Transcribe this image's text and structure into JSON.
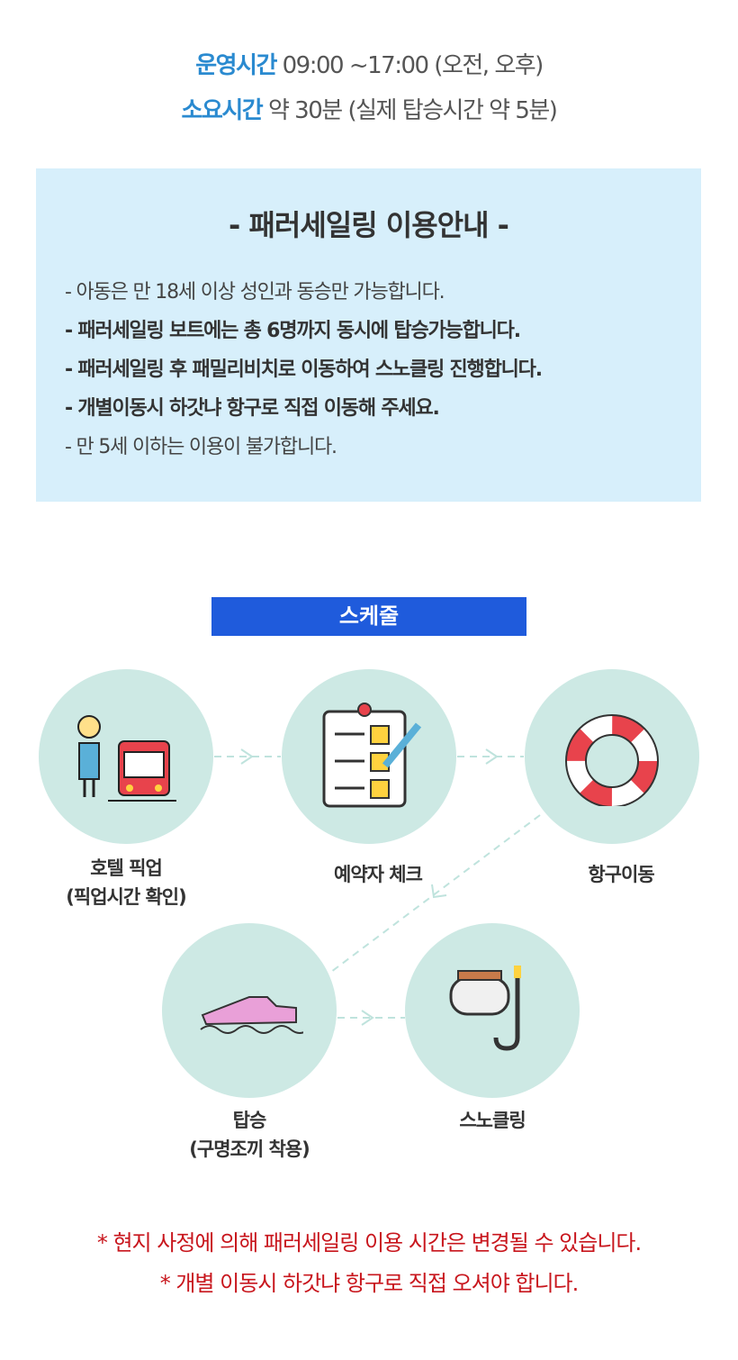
{
  "hours": {
    "op_label": "운영시간",
    "op_value": "09:00 ~17:00 (오전, 오후)",
    "dur_label": "소요시간",
    "dur_value": "약 30분 (실제 탑승시간 약 5분)"
  },
  "guide": {
    "title": "- 패러세일링 이용안내 -",
    "items": [
      "- 아동은 만 18세 이상 성인과 동승만 가능합니다.",
      "- 패러세일링 보트에는 총 6명까지 동시에 탑승가능합니다.",
      "- 패러세일링 후 패밀리비치로 이동하여 스노클링 진행합니다.",
      "- 개별이동시 하갓냐 항구로 직접 이동해 주세요.",
      "- 만 5세 이하는 이용이 불가합니다."
    ]
  },
  "schedule": {
    "title": "스케줄",
    "steps": [
      {
        "label": "호텔 픽업",
        "sub": "(픽업시간 확인)"
      },
      {
        "label": "예약자 체크"
      },
      {
        "label": "항구이동"
      },
      {
        "label": "탑승",
        "sub": "(구명조끼 착용)"
      },
      {
        "label": "스노클링"
      }
    ]
  },
  "notes": [
    "* 현지 사정에 의해 패러세일링 이용 시간은 변경될 수 있습니다.",
    "* 개별 이동시 하갓냐 항구로 직접 오셔야 합니다."
  ]
}
